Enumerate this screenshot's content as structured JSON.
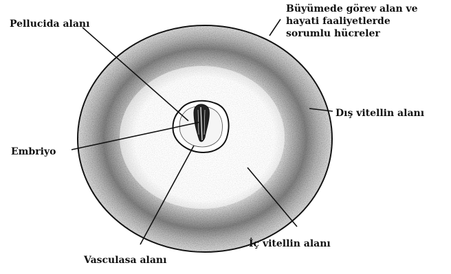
{
  "labels": {
    "pellucida": "Pellucida alanı",
    "growth_cells": {
      "line1": "Büyümede görev alan ve",
      "line2": "hayati faaliyetlerde",
      "line3": "sorumlu hücreler"
    },
    "outer_vitelline": "Dış vitellin alanı",
    "embryo": "Embriyo",
    "inner_vitelline": "İç vitellin alanı",
    "vasculosa": "Vasculasa alanı"
  },
  "colors": {
    "ink": "#111111",
    "stipple": "#222222",
    "background": "#ffffff"
  }
}
